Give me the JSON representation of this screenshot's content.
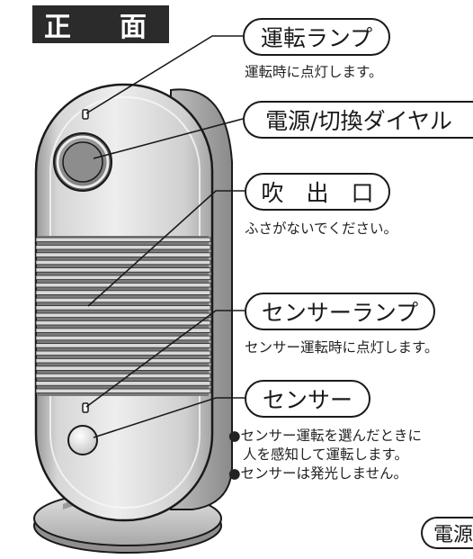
{
  "title": "正　面",
  "callouts": {
    "run_lamp": {
      "label": "運転ランプ",
      "note": "運転時に点灯します。"
    },
    "dial": {
      "label": "電源/切換ダイヤル"
    },
    "outlet": {
      "label": "吹　出　口",
      "note": "ふさがないでください。"
    },
    "sensor_lamp": {
      "label": "センサーランプ",
      "note": "センサー運転時に点灯します。"
    },
    "sensor": {
      "label": "センサー",
      "notes": [
        "●センサー運転を選んだときに",
        "人を感知して運転します。",
        "●センサーは発光しません。"
      ]
    },
    "partial": {
      "label": "電源"
    }
  },
  "colors": {
    "body_light": "#e6e6e6",
    "body_mid": "#c4c4c4",
    "body_dark": "#8d8d8d",
    "outline": "#1a1a1a",
    "title_bg": "#2b2b2b"
  }
}
